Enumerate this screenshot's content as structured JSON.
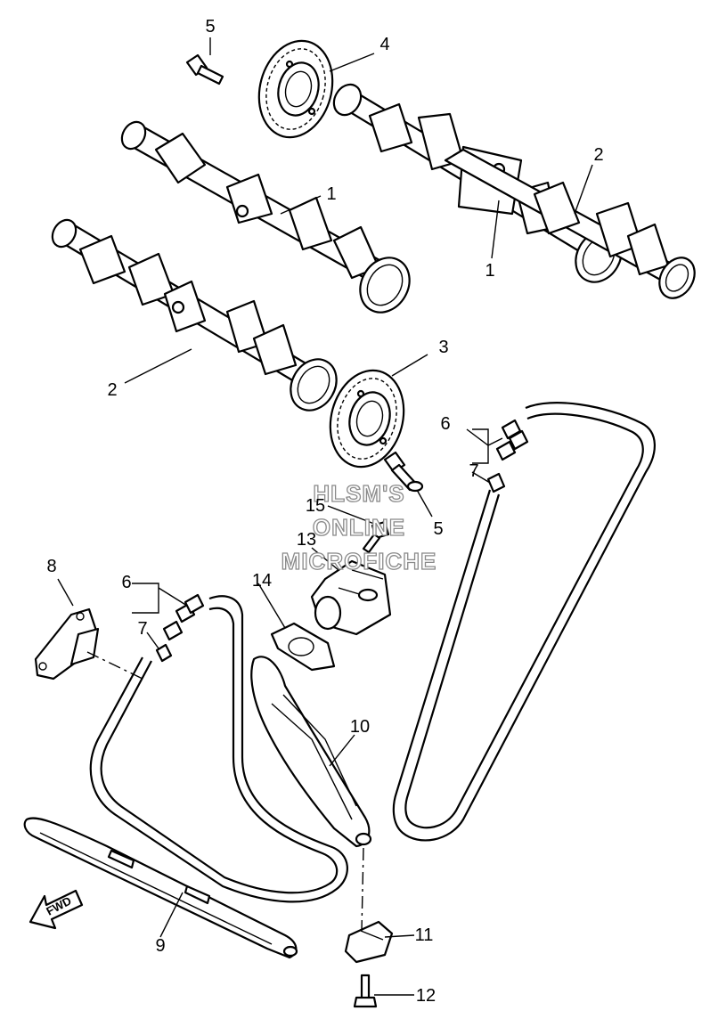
{
  "callouts": {
    "c1a": "1",
    "c1b": "1",
    "c2a": "2",
    "c2b": "2",
    "c3": "3",
    "c4": "4",
    "c5a": "5",
    "c5b": "5",
    "c6a": "6",
    "c6b": "6",
    "c7a": "7",
    "c7b": "7",
    "c8": "8",
    "c9": "9",
    "c10": "10",
    "c11": "11",
    "c12": "12",
    "c13": "13",
    "c14": "14",
    "c15": "15"
  },
  "watermark": {
    "line1": "HLSM'S",
    "line2": "ONLINE",
    "line3": "MICROFICHE"
  },
  "fwd_label": "FWD"
}
